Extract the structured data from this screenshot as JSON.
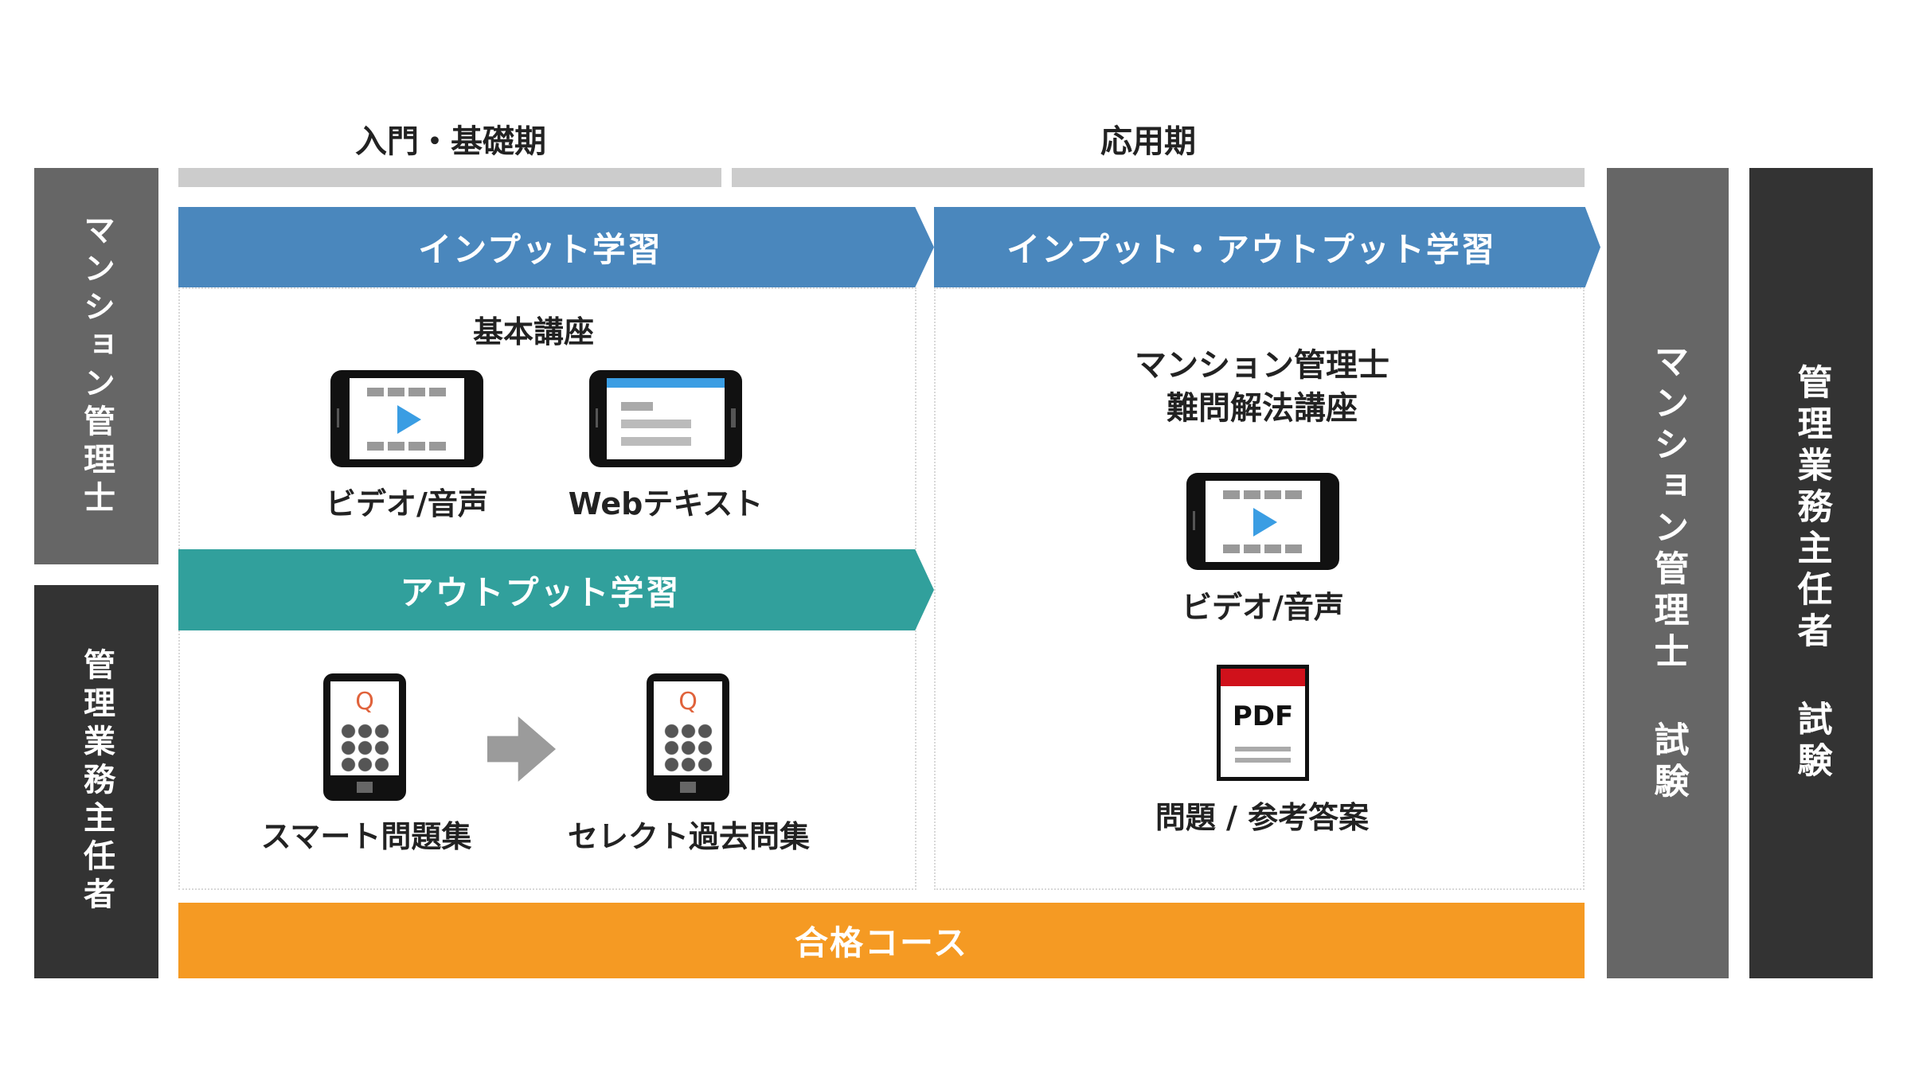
{
  "phases": {
    "basic": "入門・基礎期",
    "applied": "応用期"
  },
  "left_columns": {
    "mansion": "マンション管理士",
    "kanri": "管理業務主任者"
  },
  "right_columns": {
    "mansion_exam": "マンション管理士 試験",
    "kanri_exam": "管理業務主任者 試験"
  },
  "arrows": {
    "input": "インプット学習",
    "input_output": "インプット・アウトプット学習",
    "output": "アウトプット学習"
  },
  "basic_box": {
    "title": "基本講座",
    "items": [
      {
        "icon": "video-tablet-icon",
        "label": "ビデオ/音声"
      },
      {
        "icon": "web-text-tablet-icon",
        "label": "Webテキスト"
      }
    ]
  },
  "output_box": {
    "items": [
      {
        "icon": "smartphone-quiz-icon",
        "label": "スマート問題集",
        "glyph": "Q"
      },
      {
        "icon": "smartphone-quiz-icon",
        "label": "セレクト過去問集",
        "glyph": "Q"
      }
    ]
  },
  "applied_box": {
    "title_line1": "マンション管理士",
    "title_line2": "難問解法講座",
    "items": [
      {
        "icon": "video-tablet-icon",
        "label": "ビデオ/音声"
      },
      {
        "icon": "pdf-document-icon",
        "label": "問題 / 参考答案",
        "glyph": "PDF"
      }
    ]
  },
  "footer": {
    "course": "合格コース"
  },
  "colors": {
    "blue": "#4a87bd",
    "teal": "#31a09c",
    "orange": "#f59a23",
    "gray_col": "#666666",
    "dark_col": "#333333",
    "phase_bar": "#cccccc",
    "play_blue": "#3a9de3",
    "pdf_red": "#d0111b",
    "quiz_q": "#e0633c"
  }
}
